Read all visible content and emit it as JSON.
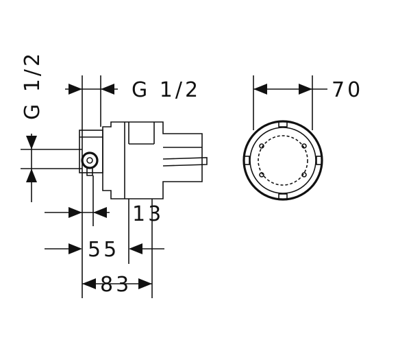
{
  "dimensions": {
    "inlet_thread": "G 1/2",
    "outlet_thread": "G 1/2",
    "wall_offset": "13",
    "body_depth": "55",
    "total_depth": "83",
    "diameter": "70"
  }
}
